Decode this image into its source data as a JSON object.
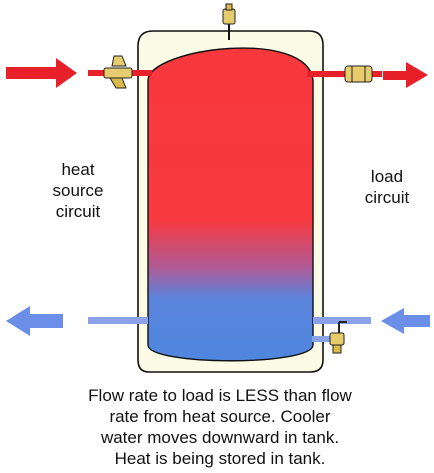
{
  "labels": {
    "heat_source": [
      "heat",
      "source",
      "circuit"
    ],
    "load": [
      "load",
      "circuit"
    ]
  },
  "caption": [
    "Flow rate to load is LESS than flow",
    "rate from heat source.  Cooler",
    "water moves downward in tank.",
    "Heat is being stored in tank."
  ],
  "colors": {
    "hot": "#f9383e",
    "cold": "#5287e0",
    "arrow_hot": "#e8202a",
    "arrow_cold": "#6b8ee8",
    "pipe_cold": "#8aa2ea",
    "jacket": "#fbfbe6",
    "valve_body": "#e6cc6c"
  },
  "icons": {
    "air_vent": "air-vent-icon",
    "strainer": "y-strainer-icon",
    "check_valve": "check-valve-icon",
    "drain_valve": "drain-valve-icon"
  }
}
